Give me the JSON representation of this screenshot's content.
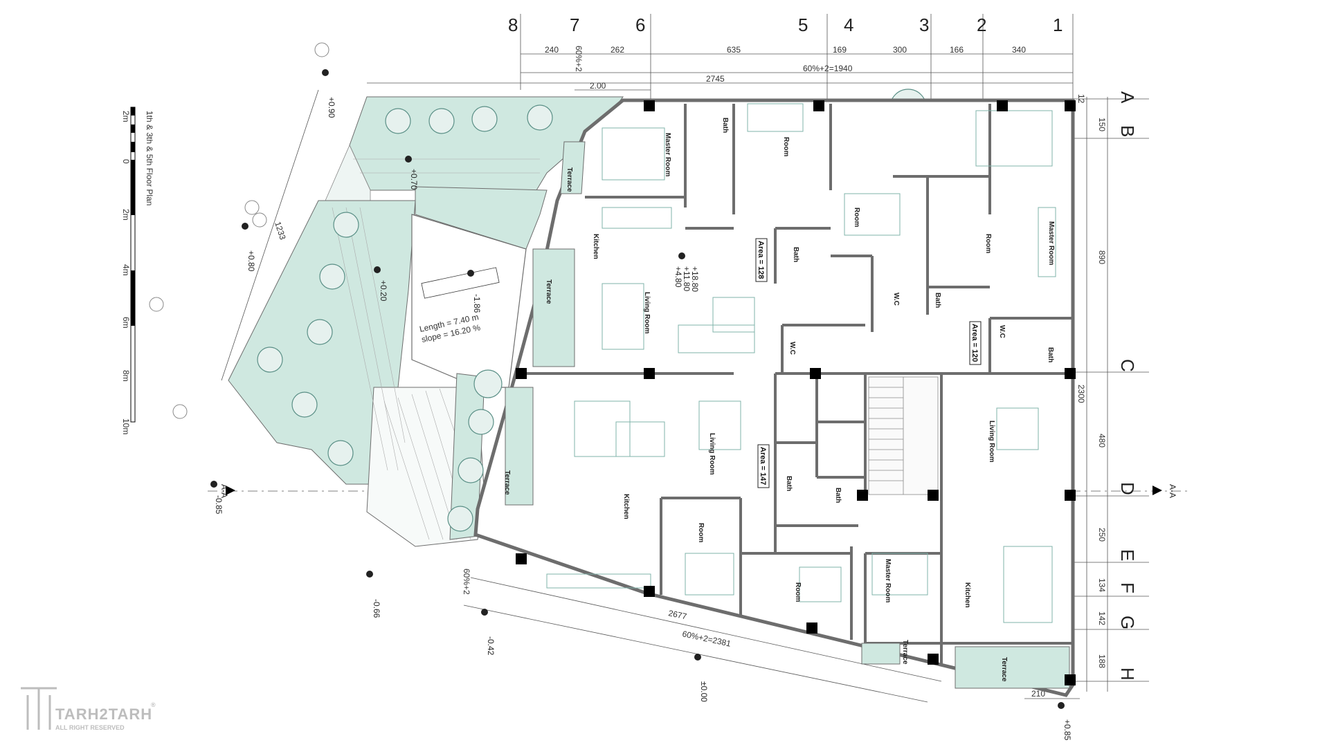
{
  "drawing": {
    "scale_title": "1th & 3th & 5th  Floor Plan",
    "scale_ticks": [
      "2m",
      "0",
      "2m",
      "4m",
      "6m",
      "8m",
      "10m"
    ],
    "logo_text": "TARH2TARH",
    "logo_sub": "ALL RIGHT RESERVED",
    "logo_mark": "®"
  },
  "grid": {
    "numbers": [
      "8",
      "7",
      "6",
      "5",
      "4",
      "3",
      "2",
      "1"
    ],
    "letters": [
      "A",
      "B",
      "C",
      "D",
      "E",
      "F",
      "G",
      "H"
    ]
  },
  "dimensions": {
    "top_row": [
      "240",
      "60%+2",
      "262",
      "635",
      "169",
      "300",
      "166",
      "340"
    ],
    "top_total": "60%+2=1940",
    "overall_top": "2745",
    "small_top": "2.00",
    "right_col": [
      "12",
      "150",
      "890",
      "2300",
      "480",
      "250",
      "134",
      "142",
      "188"
    ],
    "bottom_main": "2677",
    "bottom_total": "60%+2=2381",
    "bottom_right": "210",
    "left_side": "1233",
    "left_small": "60%+2"
  },
  "levels": [
    "+0.90",
    "+0.80",
    "-0.85",
    "-0.66",
    "-0.42",
    "±0.00",
    "+0.85",
    "+0.70",
    "+0.20",
    "-1.86",
    "+18.80",
    "+11.80",
    "+4.80"
  ],
  "section_mark": "A-A",
  "ramp": {
    "length": "Length = 7.40  m",
    "slope": "slope = 16.20 %"
  },
  "areas": [
    "Area = 128",
    "Area = 120",
    "Area = 147"
  ],
  "rooms": {
    "master_1": "Master Room",
    "bath_1": "Bath",
    "room_1": "Room",
    "terrace_1": "Terrace",
    "room_2": "Room",
    "kitchen_1": "Kitchen",
    "bath_2": "Bath",
    "room_3": "Room",
    "master_2": "Master Room",
    "terrace_2": "Terrace",
    "living_1": "Living Room",
    "wc_1": "W.C",
    "bath_3": "Bath",
    "wc_2": "W.C",
    "wc_3": "W.C",
    "bath_4": "Bath",
    "living_2": "Living Room",
    "living_3": "Living Room",
    "terrace_3": "Terrace",
    "kitchen_2": "Kitchen",
    "room_4": "Room",
    "bath_5": "Bath",
    "bath_6": "Bath",
    "room_5": "Room",
    "master_3": "Master Room",
    "kitchen_3": "Kitchen",
    "terrace_4": "Terrace",
    "terrace_5": "Terrace"
  },
  "colors": {
    "wall": "#6d6d6d",
    "column": "#000000",
    "landscape": "#cfe8e0",
    "tree": "#5a8f86",
    "hatch": "#9fc9bf",
    "furniture": "#7fb3aa",
    "dim_line": "#555555",
    "logo": "#bdbdbd"
  }
}
